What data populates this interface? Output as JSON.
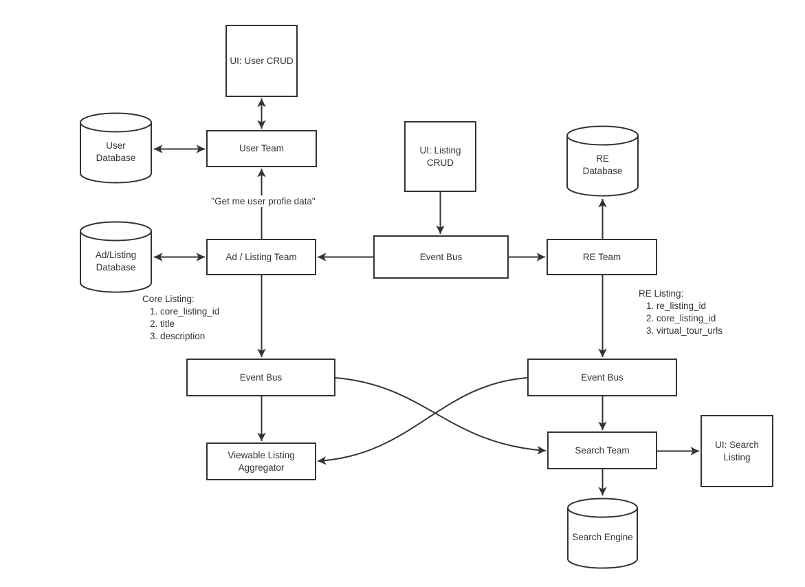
{
  "canvas": {
    "background": "#ffffff",
    "stroke_color": "#333333",
    "text_color": "#333333",
    "node_fill": "#ffffff"
  },
  "nodes": {
    "ui_user_crud": {
      "label": "UI: User CRUD",
      "shape": "rect"
    },
    "user_db": {
      "label": "User\nDatabase",
      "shape": "cylinder"
    },
    "user_team": {
      "label": "User Team",
      "shape": "rect"
    },
    "ad_listing_db": {
      "label": "Ad/Listing\nDatabase",
      "shape": "cylinder"
    },
    "ad_listing_team": {
      "label": "Ad / Listing Team",
      "shape": "rect"
    },
    "ui_listing_crud": {
      "label": "UI: Listing CRUD",
      "shape": "rect"
    },
    "event_bus_center": {
      "label": "Event Bus",
      "shape": "rect"
    },
    "re_db": {
      "label": "RE\nDatabase",
      "shape": "cylinder"
    },
    "re_team": {
      "label": "RE Team",
      "shape": "rect"
    },
    "event_bus_left": {
      "label": "Event Bus",
      "shape": "rect"
    },
    "event_bus_right": {
      "label": "Event Bus",
      "shape": "rect"
    },
    "viewable_listing_aggregator": {
      "label": "Viewable Listing\nAggregator",
      "shape": "rect"
    },
    "search_team": {
      "label": "Search Team",
      "shape": "rect"
    },
    "ui_search_listing": {
      "label": "UI: Search\nListing",
      "shape": "rect"
    },
    "search_engine": {
      "label": "Search Engine",
      "shape": "cylinder"
    }
  },
  "annotations": {
    "user_profile_request": "\"Get me user profie data\"",
    "core_listing": {
      "title": "Core Listing:",
      "items": [
        "1. core_listing_id",
        "2. title",
        "3. description"
      ]
    },
    "re_listing": {
      "title": "RE Listing:",
      "items": [
        "1. re_listing_id",
        "2. core_listing_id",
        "3. virtual_tour_urls"
      ]
    }
  }
}
